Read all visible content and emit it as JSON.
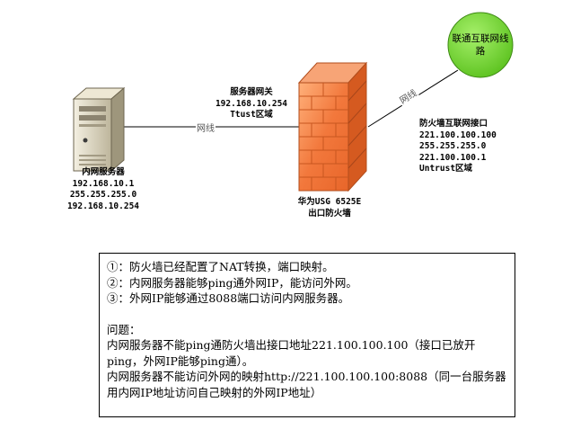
{
  "server": {
    "title": "内网服务器",
    "ip": "192.168.10.1",
    "mask": "255.255.255.0",
    "gateway": "192.168.10.254"
  },
  "gateway": {
    "title": "服务器网关",
    "ip": "192.168.10.254",
    "zone": "Ttust区域"
  },
  "firewall": {
    "model": "华为USG 6525E",
    "role": "出口防火墙"
  },
  "wan": {
    "title": "防火墙互联网接口",
    "ip": "221.100.100.100",
    "mask": "255.255.255.0",
    "gateway": "221.100.100.1",
    "zone": "Untrust区域"
  },
  "isp": {
    "line1": "联通互联网线",
    "line2": "路"
  },
  "links": {
    "lan_label": "网线",
    "wan_label": "网线"
  },
  "notes": {
    "items": [
      "①：防火墙已经配置了NAT转换，端口映射。",
      "②：内网服务器能够ping通外网IP，能访问外网。",
      "③：外网IP能够通过8088端口访问内网服务器。"
    ],
    "question_title": "问题：",
    "questions": [
      "内网服务器不能ping通防火墙出接口地址221.100.100.100（接口已放开ping，外网IP能够ping通）。",
      "内网服务器不能访问外网的映射http://221.100.100.100:8088（同一台服务器用内网IP地址访问自己映射的外网IP地址）"
    ]
  },
  "colors": {
    "brick": "#f07a3e",
    "brick_dark": "#c8561f",
    "isp_circle": "#6fd232",
    "server_body": "#d8d0b8"
  }
}
